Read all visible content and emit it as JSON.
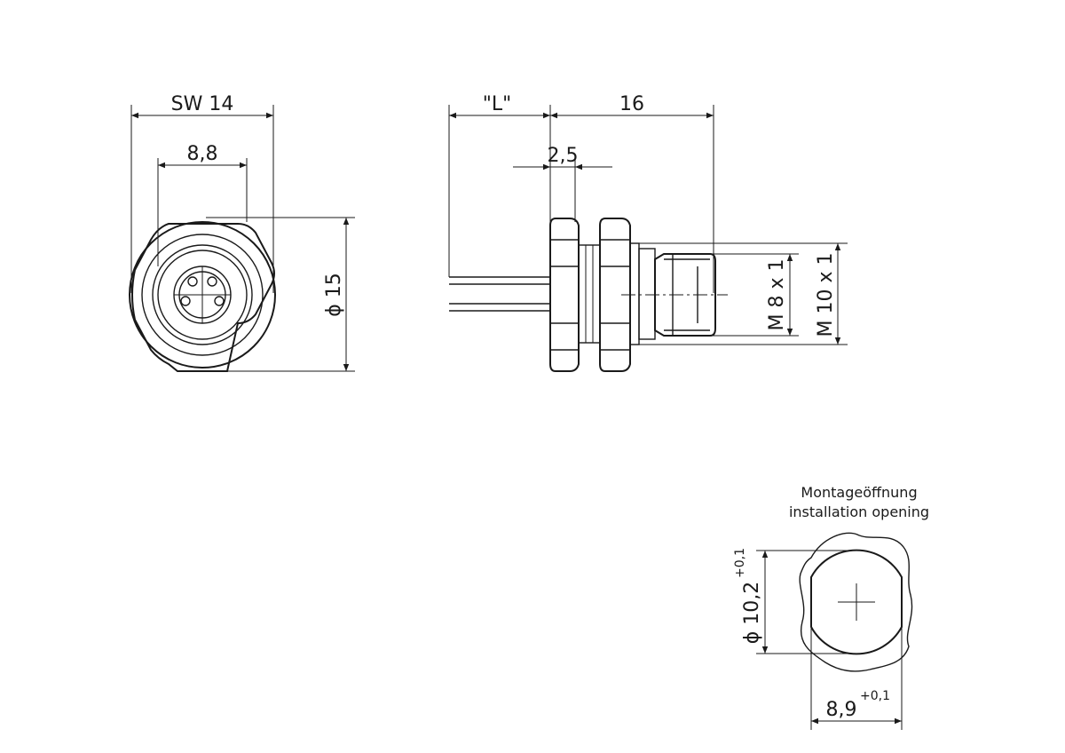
{
  "front_view": {
    "across_flats_label": "SW 14",
    "inner_diameter_label": "8,8",
    "outer_diameter_label": "ϕ 15"
  },
  "side_view": {
    "cable_length_label": "\"L\"",
    "length_label": "16",
    "flange_label": "2,5",
    "thread_inner_label": "M 8 x 1",
    "thread_outer_label": "M 10 x 1"
  },
  "installation_opening": {
    "note_german": "Montageöffnung",
    "note_english": "installation opening",
    "diameter_label": "ϕ 10,2",
    "diameter_tolerance": "+0,1",
    "width_label": "8,9",
    "width_tolerance": "+0,1"
  }
}
